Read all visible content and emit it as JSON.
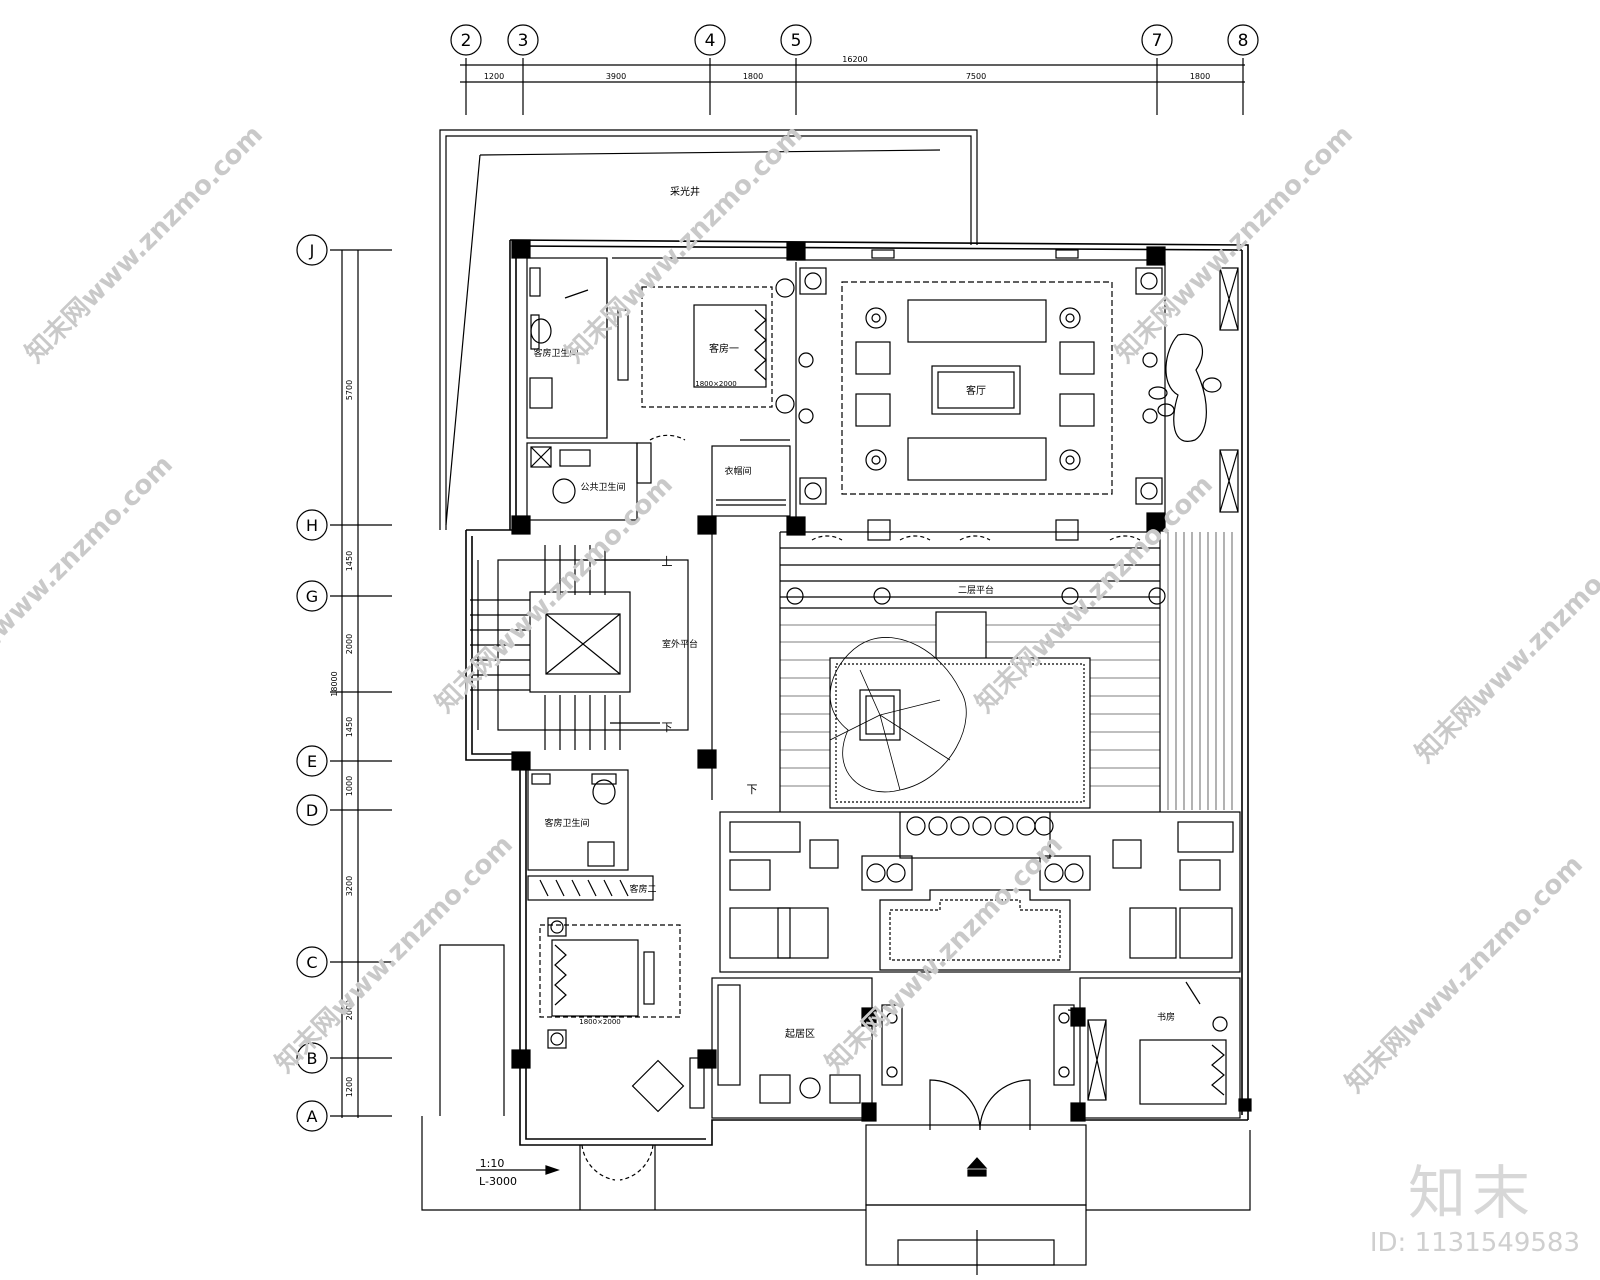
{
  "grid": {
    "col_labels": [
      "2",
      "3",
      "4",
      "5",
      "7",
      "8"
    ],
    "row_labels": [
      "J",
      "H",
      "G",
      "E",
      "D",
      "C",
      "B",
      "A"
    ],
    "top_segments": [
      "1200",
      "3900",
      "1800",
      "7500",
      "1800"
    ],
    "top_total": "16200",
    "left_segments": [
      "5700",
      "1450",
      "2000",
      "1450",
      "1000",
      "3200",
      "2000",
      "1200"
    ],
    "left_total": "18000"
  },
  "rooms": {
    "skylight": "采光井",
    "bedroom1": "客房一",
    "bath1": "客房卫生间",
    "bath2": "公共卫生间",
    "cloak": "衣帽间",
    "living": "客厅",
    "terrace1": "二层平台",
    "terrace2": "室外平台",
    "bath3": "客房卫生间",
    "bedroom2": "客房二",
    "lounge": "起居区",
    "study": "书房",
    "bed_size1": "1800×2000",
    "bed_size2": "1800×2000",
    "up": "上",
    "down": "下"
  },
  "scale": {
    "ratio": "1:10",
    "level": "L-3000"
  },
  "watermark": {
    "text": "知末网www.znzmo.com",
    "brand": "知末",
    "id": "ID: 1131549583"
  }
}
